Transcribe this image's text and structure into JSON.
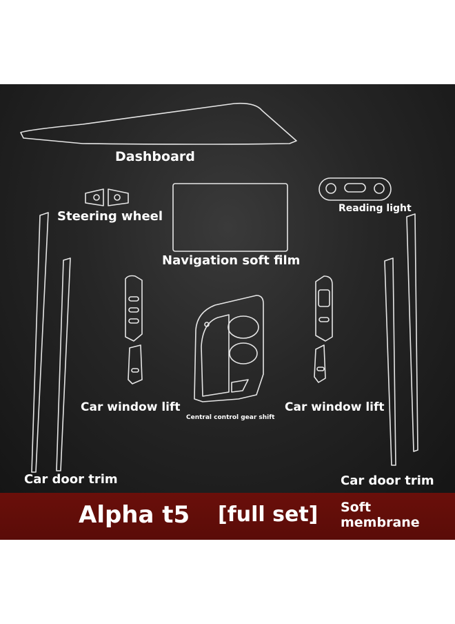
{
  "labels": {
    "dashboard": "Dashboard",
    "steering_wheel": "Steering wheel",
    "reading_light": "Reading light",
    "navigation": "Navigation soft film",
    "window_lift_left": "Car window lift",
    "window_lift_right": "Car window lift",
    "gear_shift": "Central control gear shift",
    "door_trim_left": "Car door trim",
    "door_trim_right": "Car door trim"
  },
  "banner": {
    "model": "Alpha t5",
    "set": "[full set]",
    "type_line1": "Soft",
    "type_line2": "membrane"
  },
  "colors": {
    "panel_bg": "#262626",
    "outline": "#e8e8e8",
    "banner_bg": "#5a0c08",
    "text": "#ffffff"
  }
}
